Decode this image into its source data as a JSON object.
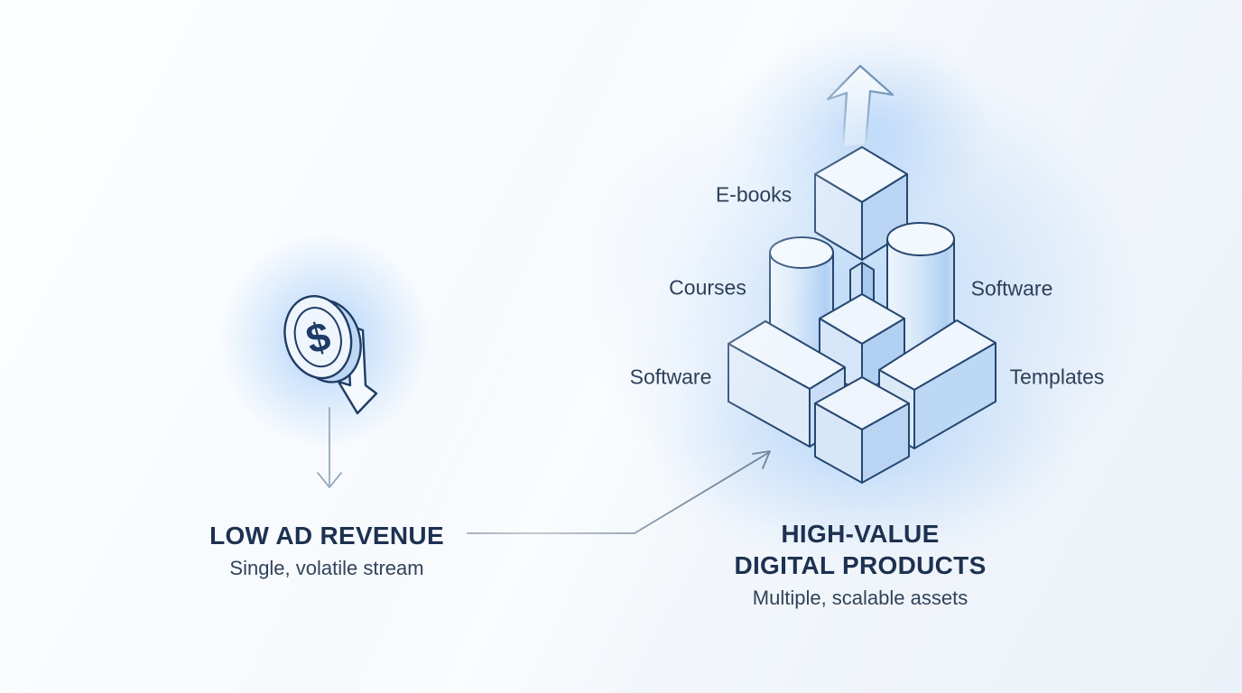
{
  "diagram": {
    "left": {
      "icon": "falling-dollar-coin",
      "coin_symbol": "$",
      "title": "LOW AD REVENUE",
      "subtitle": "Single, volatile stream"
    },
    "right": {
      "title_line1": "HIGH-VALUE",
      "title_line2": "DIGITAL PRODUCTS",
      "subtitle": "Multiple, scalable assets",
      "block_labels": {
        "top": "E-books",
        "mid_left": "Courses",
        "mid_right": "Software",
        "low_left": "Software",
        "low_right": "Templates"
      }
    },
    "colors": {
      "outline_navy": "#254770",
      "heading_navy": "#1d3150",
      "label_navy": "#2d3f58",
      "glow_blue": "#7cb5f7",
      "fill_light": "#f1f7fe",
      "fill_medium": "#d8e7f8",
      "fill_deep": "#b5d2f2",
      "arrow_gray": "#72859c"
    }
  }
}
